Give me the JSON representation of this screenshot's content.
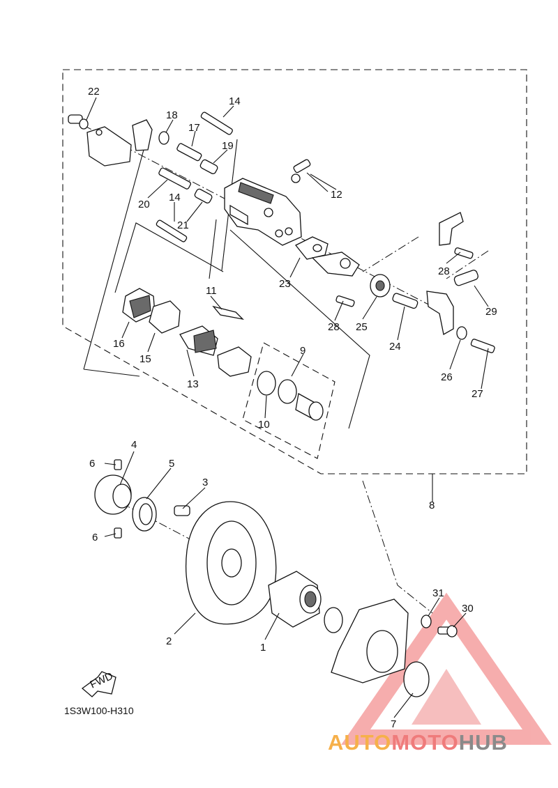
{
  "diagram": {
    "drawing_code": "1S3W100-H310",
    "fwd_label": "FWD",
    "callouts": [
      "1",
      "2",
      "3",
      "4",
      "5",
      "6",
      "6",
      "7",
      "8",
      "9",
      "10",
      "11",
      "12",
      "13",
      "14",
      "14",
      "15",
      "16",
      "17",
      "18",
      "19",
      "20",
      "21",
      "22",
      "23",
      "24",
      "25",
      "26",
      "27",
      "28",
      "28",
      "29",
      "30",
      "31"
    ]
  },
  "watermark": {
    "part1": "AUTO",
    "part2": "MOTO",
    "part3": "HUB",
    "colors": {
      "auto": "#f6b04a",
      "moto": "#ef7b7b",
      "hub": "#8a8a8a",
      "triangle": "#f08080"
    }
  }
}
